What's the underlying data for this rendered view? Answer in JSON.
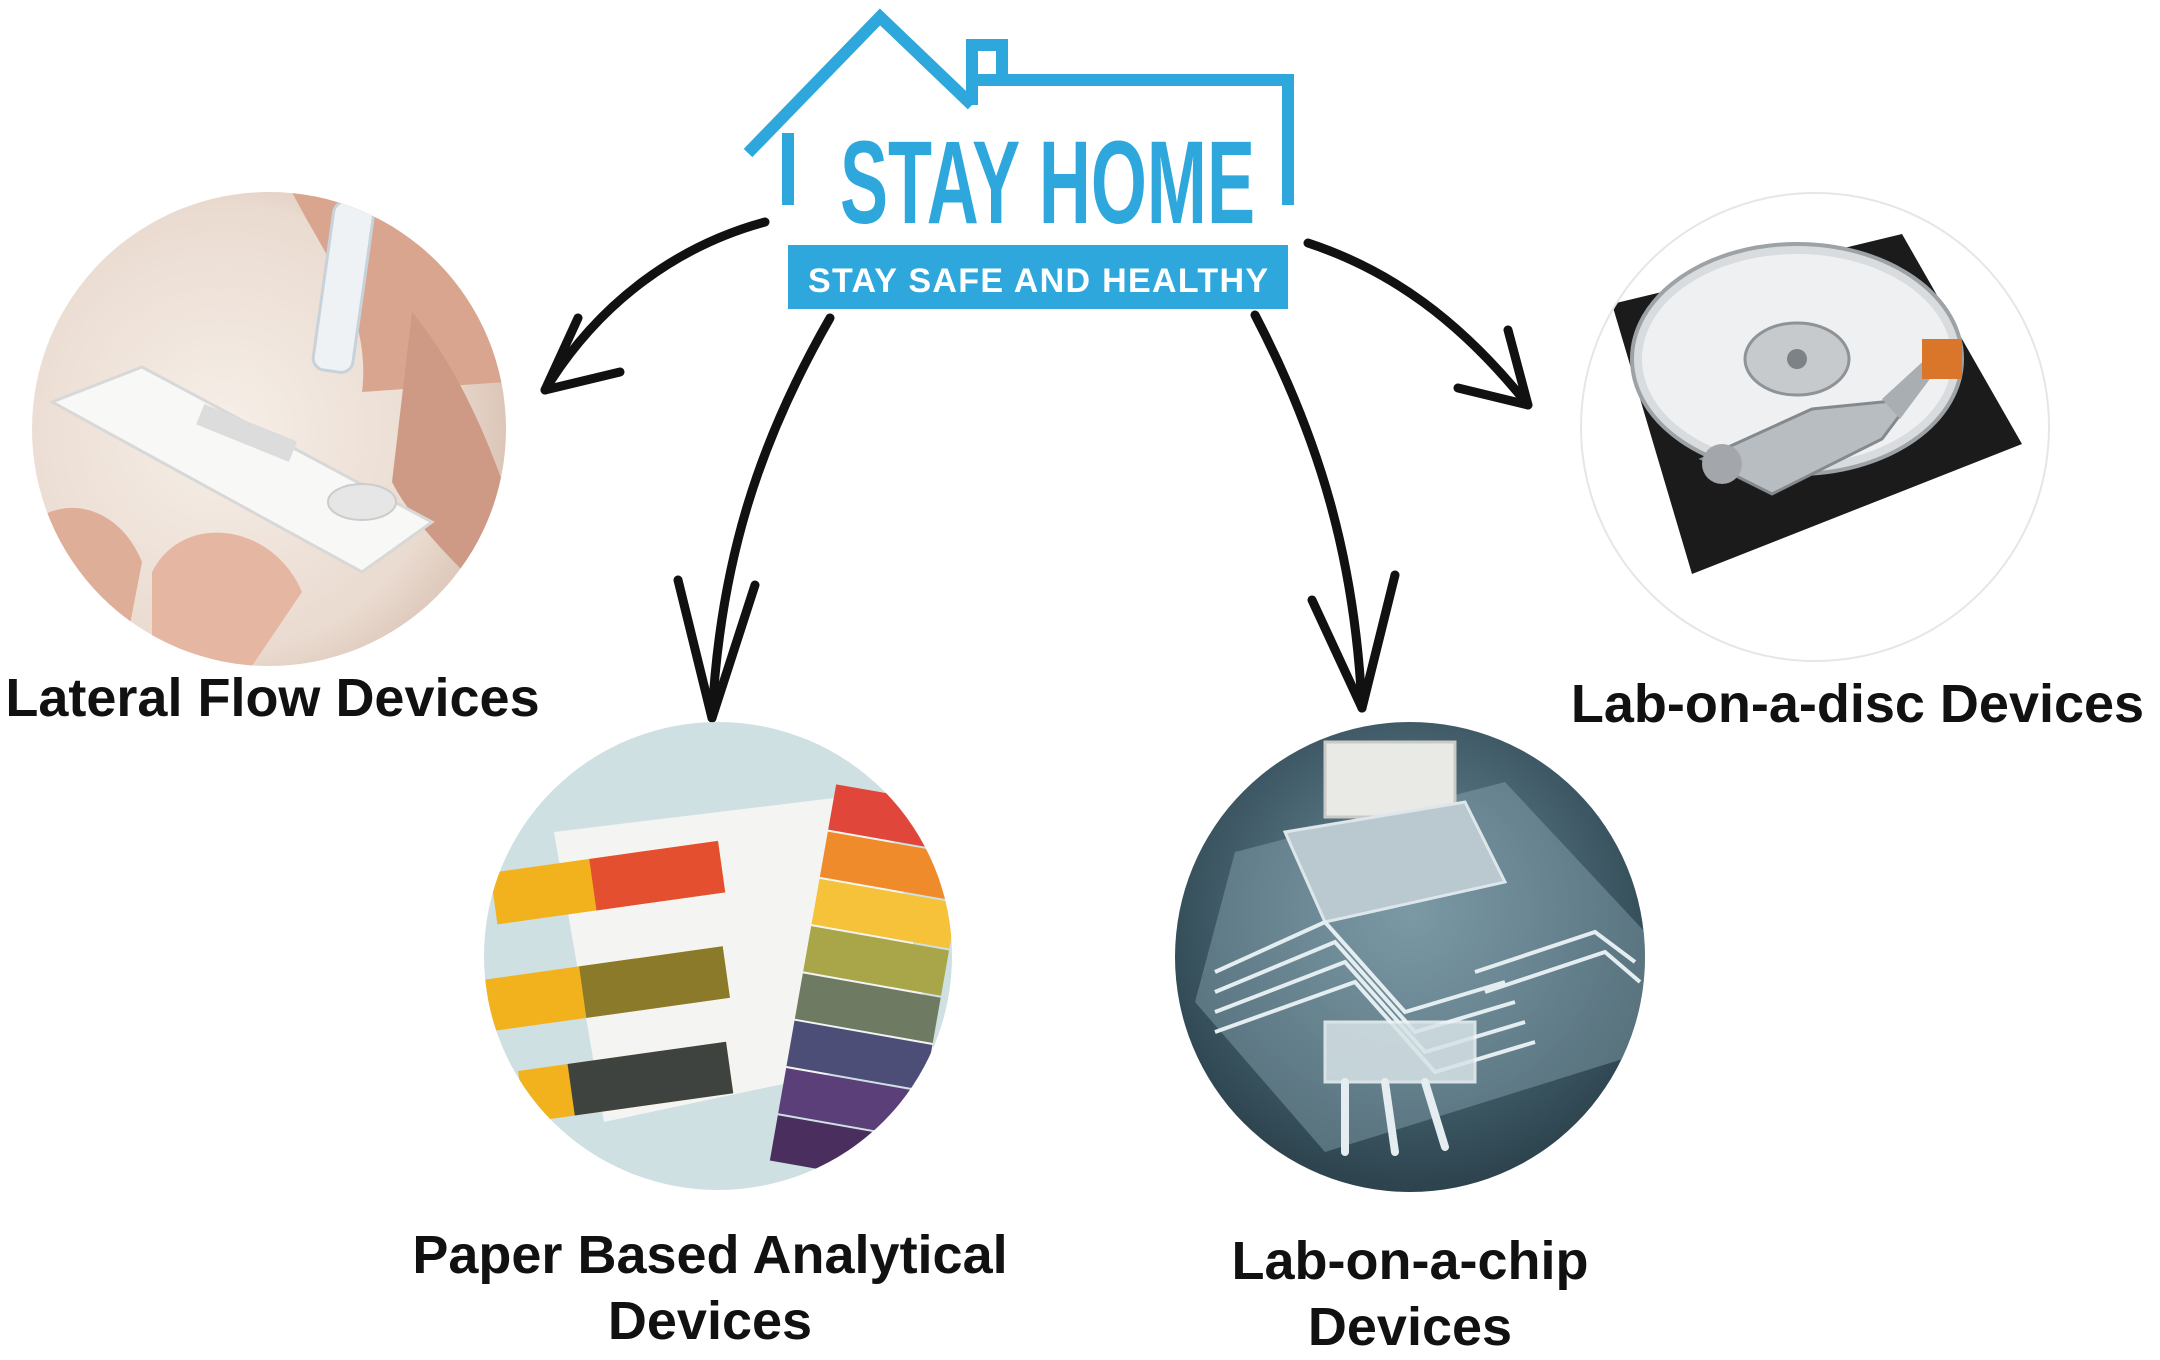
{
  "logo": {
    "title": "STAY HOME",
    "tagline": "STAY SAFE AND HEALTHY",
    "color": "#2ea8dc"
  },
  "devices": [
    {
      "id": "lateral-flow",
      "lines": [
        "Lateral Flow Devices"
      ],
      "image": "lateral-flow-test-photo"
    },
    {
      "id": "paper-based",
      "lines": [
        "Paper Based Analytical",
        "Devices"
      ],
      "image": "ph-test-strips-photo"
    },
    {
      "id": "lab-on-chip",
      "lines": [
        "Lab-on-a-chip",
        "Devices"
      ],
      "image": "microfluidic-chip-photo"
    },
    {
      "id": "lab-on-disc",
      "lines": [
        "Lab-on-a-disc Devices"
      ],
      "image": "hard-disk-photo"
    }
  ],
  "colors": {
    "arrow": "#111111",
    "text": "#111111"
  }
}
